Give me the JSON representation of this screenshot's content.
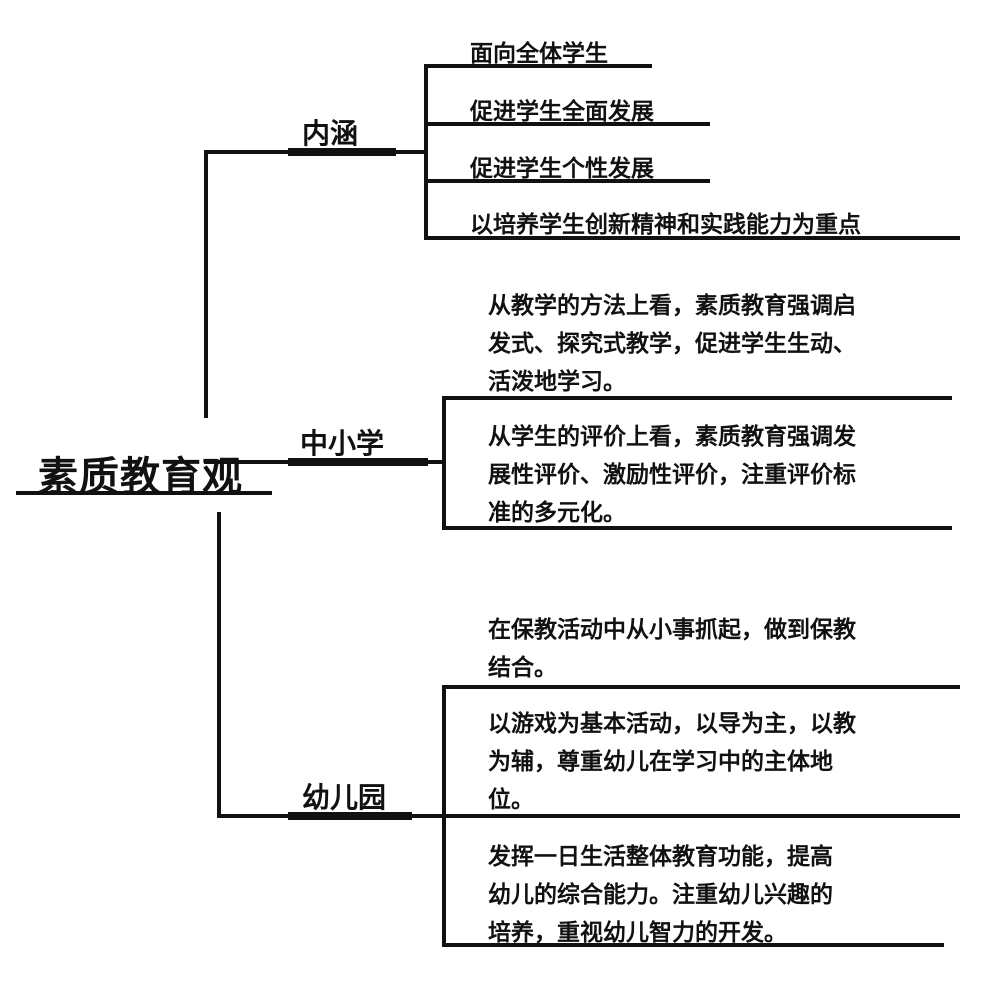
{
  "root": {
    "label": "素质教育观"
  },
  "branches": {
    "connotation": {
      "label": "内涵",
      "items": [
        "面向全体学生",
        "促进学生全面发展",
        "促进学生个性发展",
        "以培养学生创新精神和实践能力为重点"
      ]
    },
    "school": {
      "label": "中小学",
      "items": [
        {
          "lines": [
            "从教学的方法上看，素质教育强调启",
            "发式、探究式教学，促进学生生动、",
            "活泼地学习。"
          ]
        },
        {
          "lines": [
            "从学生的评价上看，素质教育强调发",
            "展性评价、激励性评价，注重评价标",
            "准的多元化。"
          ]
        }
      ]
    },
    "kindergarten": {
      "label": "幼儿园",
      "items": [
        {
          "lines": [
            "在保教活动中从小事抓起，做到保教",
            "结合。"
          ]
        },
        {
          "lines": [
            "以游戏为基本活动，以导为主，以教",
            "为辅，尊重幼儿在学习中的主体地",
            "位。"
          ]
        },
        {
          "lines": [
            "发挥一日生活整体教育功能，提高",
            "幼儿的综合能力。注重幼儿兴趣的",
            "培养，重视幼儿智力的开发。"
          ]
        }
      ]
    }
  }
}
